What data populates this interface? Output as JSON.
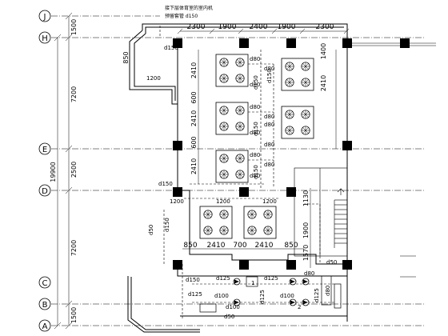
{
  "drawing": {
    "notes": [
      "接下层体育室的室内机",
      "预留套管 d150"
    ],
    "axes": [
      "J",
      "H",
      "E",
      "D",
      "C",
      "B",
      "A"
    ],
    "top_dimensions": [
      "2300",
      "1900",
      "2400",
      "1900",
      "2300"
    ],
    "left_dimensions": [
      "1500",
      "7200",
      "2500",
      "7200",
      "1500"
    ],
    "overall_dimension": "19900",
    "upper_vertical_dimensions": [
      "2410",
      "600",
      "2410",
      "600",
      "2410",
      "1400",
      "2410"
    ],
    "lower_horizontal_dimensions": [
      "850",
      "2410",
      "700",
      "2410",
      "850"
    ],
    "right_lower_dimensions": [
      "1130",
      "1900",
      "1570"
    ],
    "small_dimensions": [
      "850",
      "1200",
      "1200",
      "1200",
      "1200"
    ],
    "pipe_labels": [
      "d150",
      "d80",
      "d80",
      "d80",
      "d150",
      "d80",
      "d80",
      "d80",
      "d80",
      "d150",
      "d80",
      "d80",
      "d80",
      "d80",
      "d150",
      "d150",
      "d150",
      "d50",
      "d150",
      "d150",
      "d125",
      "d125",
      "d100",
      "d100",
      "d125",
      "d125",
      "d125",
      "d50",
      "d80",
      "d80",
      "d100",
      "d50"
    ],
    "equipment_labels": [
      "1",
      "2"
    ]
  }
}
